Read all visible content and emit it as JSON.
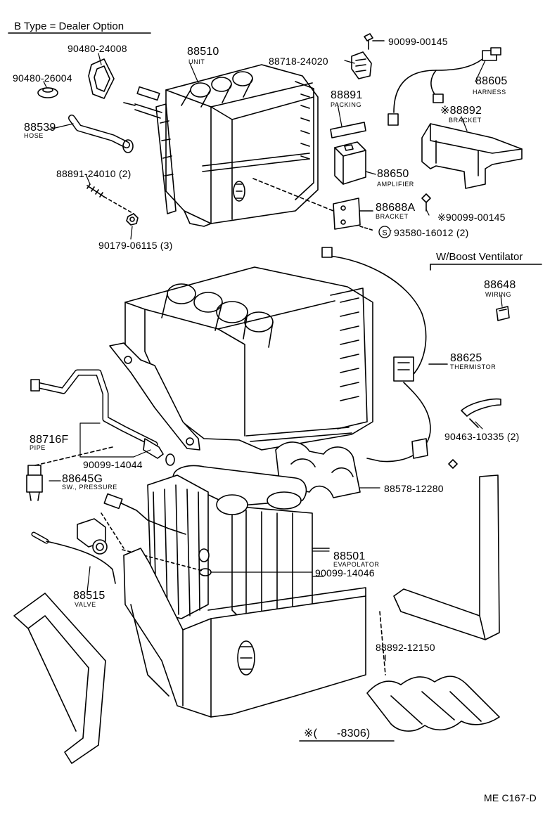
{
  "header": {
    "dealer_option": "B Type = Dealer Option",
    "boost_ventilator": "W/Boost Ventilator"
  },
  "parts": [
    {
      "id": "p1",
      "number": "90480-24008",
      "name": ""
    },
    {
      "id": "p2",
      "number": "90480-26004",
      "name": ""
    },
    {
      "id": "p3",
      "number": "88510",
      "name": "UNIT"
    },
    {
      "id": "p4",
      "number": "88718-24020",
      "name": ""
    },
    {
      "id": "p5",
      "number": "90099-00145",
      "name": ""
    },
    {
      "id": "p6",
      "number": "88605",
      "name": "HARNESS"
    },
    {
      "id": "p7",
      "number": "88891",
      "name": "PACKING"
    },
    {
      "id": "p8",
      "number": "※88892",
      "name": "BRACKET"
    },
    {
      "id": "p9",
      "number": "88539",
      "name": "HOSE"
    },
    {
      "id": "p10",
      "number": "88650",
      "name": "AMPLIFIER"
    },
    {
      "id": "p11",
      "number": "88891-24010 (2)",
      "name": ""
    },
    {
      "id": "p12",
      "number": "88688A",
      "name": "BRACKET"
    },
    {
      "id": "p13",
      "number": "※90099-00145",
      "name": ""
    },
    {
      "id": "p14",
      "number": "93580-16012 (2)",
      "name": ""
    },
    {
      "id": "p15",
      "number": "90179-06115 (3)",
      "name": ""
    },
    {
      "id": "p16",
      "number": "88648",
      "name": "WIRING"
    },
    {
      "id": "p17",
      "number": "88625",
      "name": "THERMISTOR"
    },
    {
      "id": "p18",
      "number": "88716F",
      "name": "PIPE"
    },
    {
      "id": "p19",
      "number": "90463-10335 (2)",
      "name": ""
    },
    {
      "id": "p20",
      "number": "90099-14044",
      "name": ""
    },
    {
      "id": "p21",
      "number": "88645G",
      "name": "SW., PRESSURE"
    },
    {
      "id": "p22",
      "number": "88578-12280",
      "name": ""
    },
    {
      "id": "p23",
      "number": "88501",
      "name": "EVAPOLATOR"
    },
    {
      "id": "p24",
      "number": "90099-14046",
      "name": ""
    },
    {
      "id": "p25",
      "number": "88515",
      "name": "VALVE"
    },
    {
      "id": "p26",
      "number": "88892-12150",
      "name": ""
    }
  ],
  "footnote": "※(      -8306)",
  "diagram_code": "ME C167-D",
  "circle_s": "S"
}
